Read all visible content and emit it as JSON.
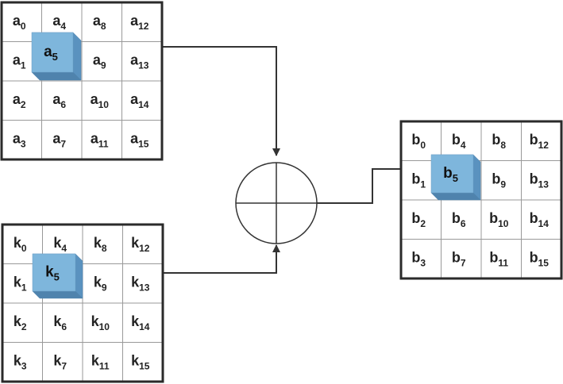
{
  "colors": {
    "grid_line": "#999999",
    "grid_border": "#2a2a2a",
    "connector": "#333333",
    "cube_front": "#7eb6dc",
    "cube_top": "#a8d1ee",
    "cube_side": "#5a92bf",
    "cube_bottom": "#4f83ad"
  },
  "icons": {
    "operator": "xor-circle-plus-icon",
    "arrow": "arrowhead-icon"
  },
  "matrix_a": {
    "cells": [
      {
        "base": "a",
        "sub": "0"
      },
      {
        "base": "a",
        "sub": "4"
      },
      {
        "base": "a",
        "sub": "8"
      },
      {
        "base": "a",
        "sub": "12"
      },
      {
        "base": "a",
        "sub": "1"
      },
      {
        "base": "a",
        "sub": "5"
      },
      {
        "base": "a",
        "sub": "9"
      },
      {
        "base": "a",
        "sub": "13"
      },
      {
        "base": "a",
        "sub": "2"
      },
      {
        "base": "a",
        "sub": "6"
      },
      {
        "base": "a",
        "sub": "10"
      },
      {
        "base": "a",
        "sub": "14"
      },
      {
        "base": "a",
        "sub": "3"
      },
      {
        "base": "a",
        "sub": "7"
      },
      {
        "base": "a",
        "sub": "11"
      },
      {
        "base": "a",
        "sub": "15"
      }
    ],
    "highlight": {
      "base": "a",
      "sub": "5"
    }
  },
  "matrix_k": {
    "cells": [
      {
        "base": "k",
        "sub": "0"
      },
      {
        "base": "k",
        "sub": "4"
      },
      {
        "base": "k",
        "sub": "8"
      },
      {
        "base": "k",
        "sub": "12"
      },
      {
        "base": "k",
        "sub": "1"
      },
      {
        "base": "k",
        "sub": "5"
      },
      {
        "base": "k",
        "sub": "9"
      },
      {
        "base": "k",
        "sub": "13"
      },
      {
        "base": "k",
        "sub": "2"
      },
      {
        "base": "k",
        "sub": "6"
      },
      {
        "base": "k",
        "sub": "10"
      },
      {
        "base": "k",
        "sub": "14"
      },
      {
        "base": "k",
        "sub": "3"
      },
      {
        "base": "k",
        "sub": "7"
      },
      {
        "base": "k",
        "sub": "11"
      },
      {
        "base": "k",
        "sub": "15"
      }
    ],
    "highlight": {
      "base": "k",
      "sub": "5"
    }
  },
  "matrix_b": {
    "cells": [
      {
        "base": "b",
        "sub": "0"
      },
      {
        "base": "b",
        "sub": "4"
      },
      {
        "base": "b",
        "sub": "8"
      },
      {
        "base": "b",
        "sub": "12"
      },
      {
        "base": "b",
        "sub": "1"
      },
      {
        "base": "b",
        "sub": "5"
      },
      {
        "base": "b",
        "sub": "9"
      },
      {
        "base": "b",
        "sub": "13"
      },
      {
        "base": "b",
        "sub": "2"
      },
      {
        "base": "b",
        "sub": "6"
      },
      {
        "base": "b",
        "sub": "10"
      },
      {
        "base": "b",
        "sub": "14"
      },
      {
        "base": "b",
        "sub": "3"
      },
      {
        "base": "b",
        "sub": "7"
      },
      {
        "base": "b",
        "sub": "11"
      },
      {
        "base": "b",
        "sub": "15"
      }
    ],
    "highlight": {
      "base": "b",
      "sub": "5"
    }
  }
}
